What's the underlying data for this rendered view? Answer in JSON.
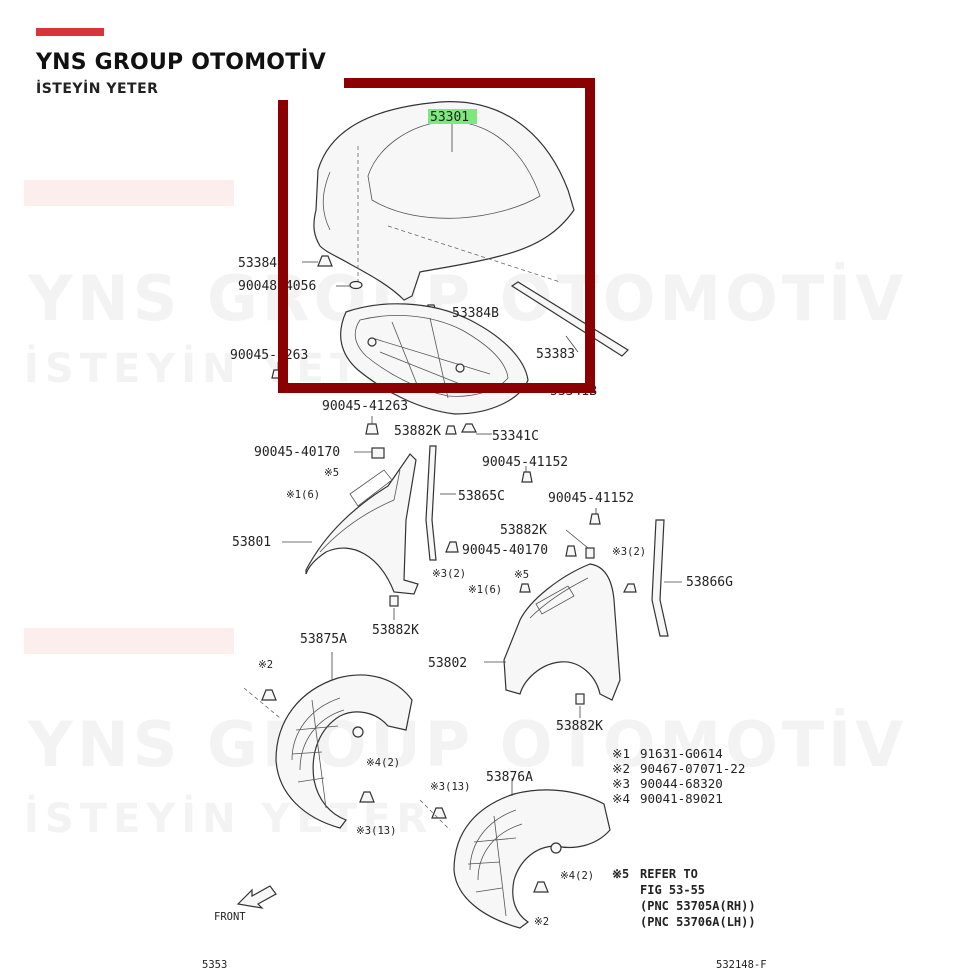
{
  "brand": {
    "title": "YNS GROUP OTOMOTİV",
    "subtitle": "İSTEYİN YETER"
  },
  "watermark": {
    "line1": "YNS GROUP OTOMOTİV",
    "line2": "İSTEYİN YETER"
  },
  "highlight_part": "53301",
  "labels": {
    "l53384": "53384",
    "l90048": "90048-4056",
    "l53384b": "53384B",
    "l53383": "53383",
    "l90045_1263": "90045-1263",
    "l53341b": "53341B",
    "l90045_41263": "90045-41263",
    "l53882k_a": "53882K",
    "l53341c": "53341C",
    "l90045_40170_a": "90045-40170",
    "l90045_41152_a": "90045-41152",
    "l53865c": "53865C",
    "l90045_41152_b": "90045-41152",
    "l53882k_b": "53882K",
    "l53801": "53801",
    "l90045_40170_b": "90045-40170",
    "l53866g": "53866G",
    "l53882k_c": "53882K",
    "l53802": "53802",
    "l53875a": "53875A",
    "l53882k_d": "53882K",
    "l53876a": "53876A",
    "front": "FRONT"
  },
  "refs": {
    "r5a": "※5",
    "r1_6a": "※1(6)",
    "r3_2a": "※3(2)",
    "r5b": "※5",
    "r1_6b": "※1(6)",
    "r3_2b": "※3(2)",
    "r2a": "※2",
    "r4_2a": "※4(2)",
    "r3_13a": "※3(13)",
    "r3_13b": "※3(13)",
    "r4_2b": "※4(2)",
    "r2b": "※2"
  },
  "legend": [
    {
      "mark": "※1",
      "part": "91631-G0614"
    },
    {
      "mark": "※2",
      "part": "90467-07071-22"
    },
    {
      "mark": "※3",
      "part": "90044-68320"
    },
    {
      "mark": "※4",
      "part": "90041-89021"
    }
  ],
  "note": {
    "mark": "※5",
    "line1": "REFER TO",
    "line2": "FIG 53-55",
    "line3": "(PNC 53705A(RH))",
    "line4": "(PNC 53706A(LH))"
  },
  "footer": {
    "left": "5353",
    "right": "532148-F"
  },
  "colors": {
    "accent": "#d9343a",
    "frame": "#8b0000",
    "highlight": "#7de87d"
  }
}
